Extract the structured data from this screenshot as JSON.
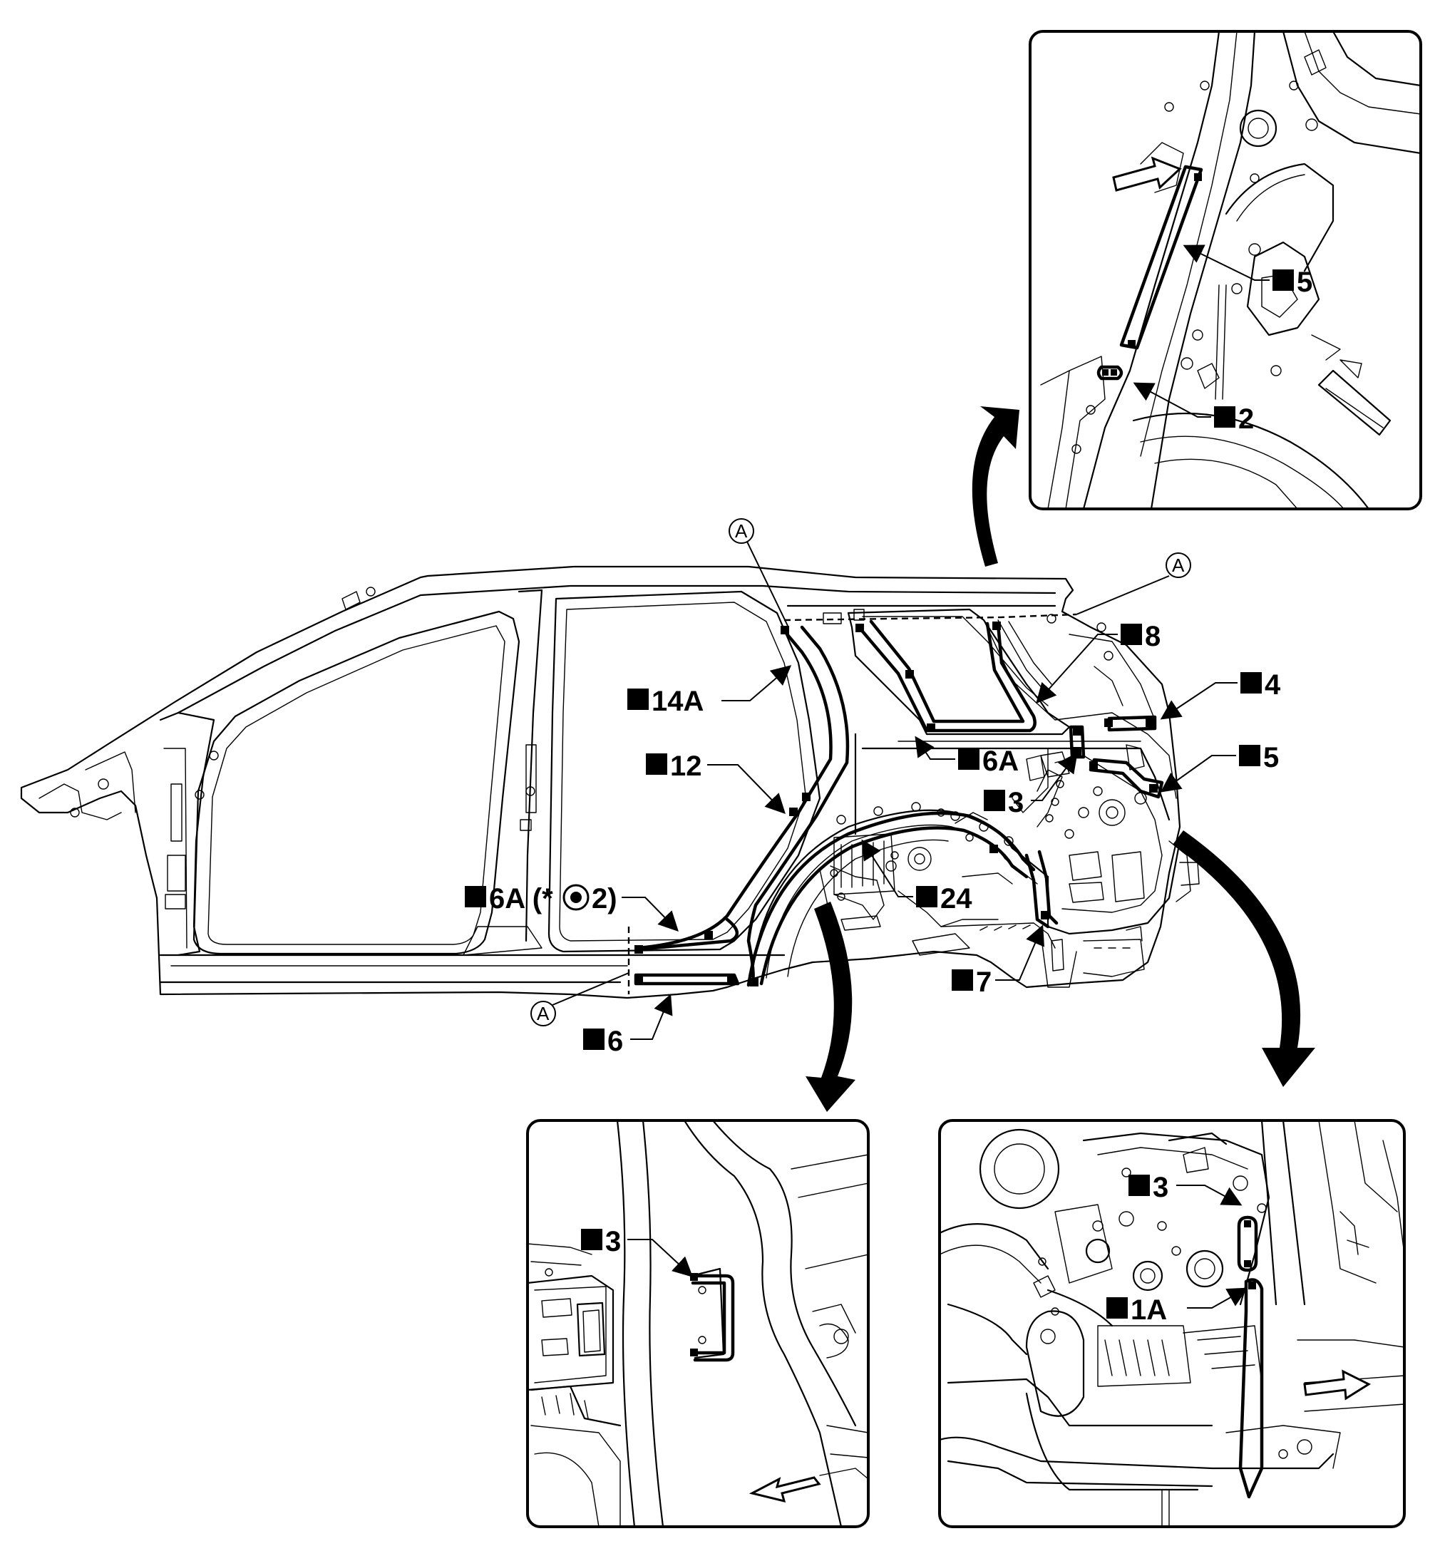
{
  "labels": {
    "l14a": "14A",
    "l12": "12",
    "l6a_star": "6A (*",
    "l6a_star_tail": "2)",
    "l6": "6",
    "l8": "8",
    "l4": "4",
    "l6a": "6A",
    "l5": "5",
    "l3": "3",
    "l24": "24",
    "l7": "7",
    "inset_top_5": "5",
    "inset_top_2": "2",
    "inset_left_3": "3",
    "inset_right_3": "3",
    "inset_right_1a": "1A"
  },
  "section_marks": {
    "a1": "A",
    "a2": "A",
    "a3": "A"
  },
  "icons": {
    "marker": "filled-square-icon",
    "weld_symbol": "spot-weld-circle-icon",
    "view_arrow": "curved-arrow-icon",
    "direction_arrow": "forward-direction-arrow-icon"
  },
  "colors": {
    "line": "#000000",
    "background": "#ffffff"
  }
}
